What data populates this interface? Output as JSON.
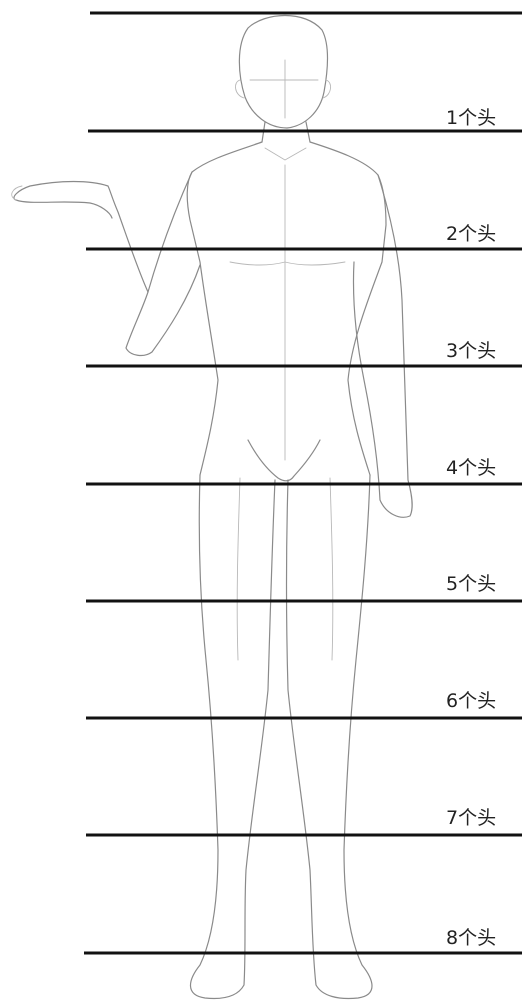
{
  "diagram": {
    "line_color": "#111111",
    "figure_color": "#8a8a8a",
    "labels": [
      "1个头",
      "2个头",
      "3个头",
      "4个头",
      "5个头",
      "6个头",
      "7个头",
      "8个头"
    ]
  }
}
